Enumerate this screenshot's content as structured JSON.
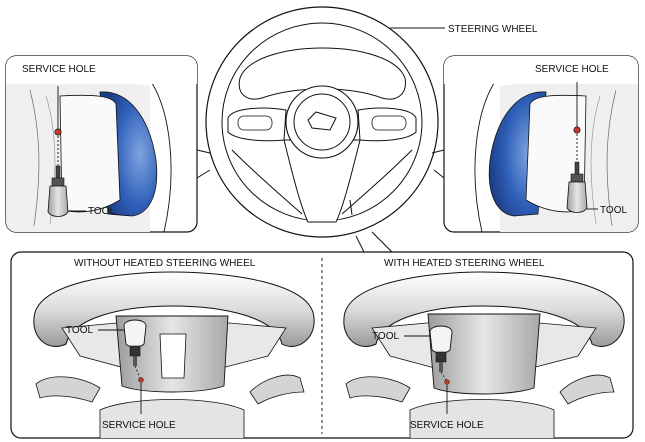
{
  "labels": {
    "steering_wheel": "STEERING WHEEL",
    "service_hole_left": "SERVICE HOLE",
    "tool_left": "TOOL",
    "service_hole_right": "SERVICE HOLE",
    "tool_right": "TOOL",
    "without_heated": "WITHOUT HEATED STEERING WHEEL",
    "with_heated": "WITH HEATED STEERING WHEEL",
    "tool_bottom_left": "TOOL",
    "service_hole_bottom_left": "SERVICE HOLE",
    "tool_bottom_right": "TOOL",
    "service_hole_bottom_right": "SERVICE HOLE"
  },
  "colors": {
    "line": "#111111",
    "brake_disc_blue": "#2f5fb8",
    "shading_gray": "#d9d9d9",
    "service_hole_red": "#c0392b"
  }
}
